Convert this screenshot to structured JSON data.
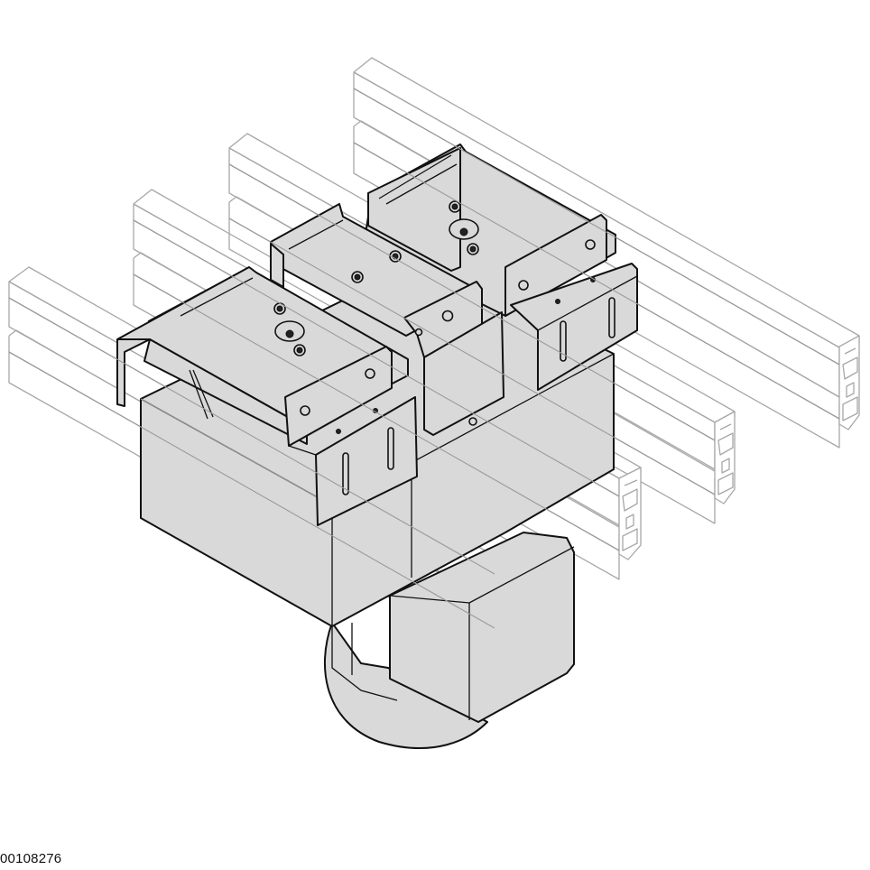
{
  "drawing": {
    "type": "isometric technical line drawing",
    "part_number": "00108276",
    "subject": "Three sheet-metal mounting brackets with motor/gearbox housing clamped on four aluminium profile rails",
    "colors": {
      "background": "#ffffff",
      "part_fill": "#d9d9d9",
      "part_outline": "#111111",
      "rail_outline": "#a8a8a8"
    },
    "components": [
      {
        "name": "aluminium-profile-rail",
        "count": 4
      },
      {
        "name": "mounting-bracket",
        "count": 3
      },
      {
        "name": "housing-box",
        "count": 1
      },
      {
        "name": "motor-block",
        "count": 1
      },
      {
        "name": "cylinder-drum",
        "count": 1
      }
    ]
  }
}
